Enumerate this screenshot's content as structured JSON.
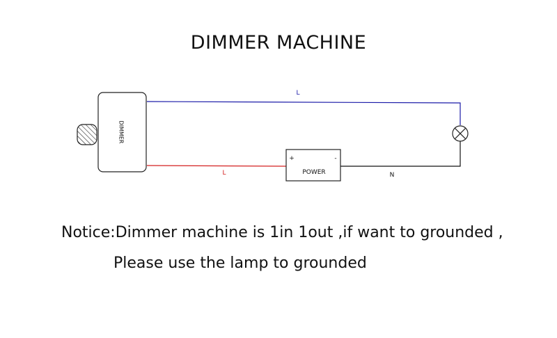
{
  "title": "DIMMER MACHINE",
  "diagram": {
    "dimmer_label": "DIMMER",
    "power_label": "POWER",
    "power_plus": "+",
    "power_minus": "-",
    "top_wire_label": "L",
    "bottom_wire_label": "L",
    "neutral_wire_label": "N",
    "colors": {
      "live_top": "#1a1aa8",
      "live_bottom": "#d42020",
      "neutral": "#111111"
    }
  },
  "notice": {
    "line1": "Notice:Dimmer machine is 1in 1out ,if want to grounded ,",
    "line2": "Please use the lamp to grounded"
  }
}
